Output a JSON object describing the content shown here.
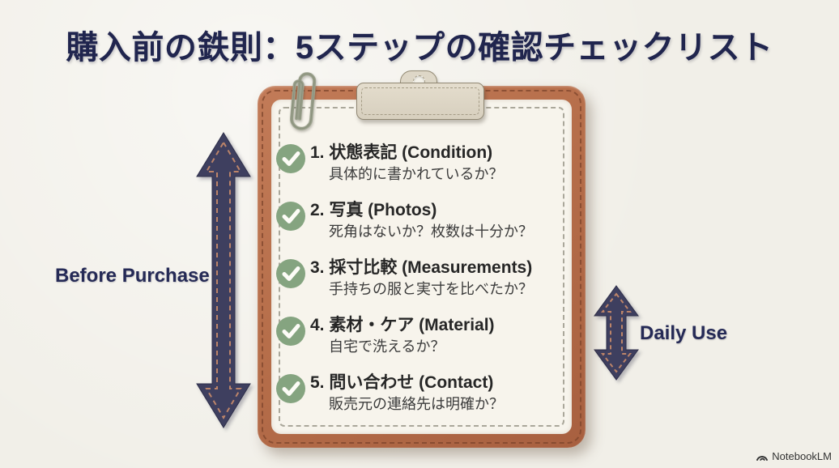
{
  "title": "購入前の鉄則：5ステップの確認チェックリスト",
  "checklist": {
    "items": [
      {
        "heading": "1. 状態表記 (Condition)",
        "question": "具体的に書かれているか？"
      },
      {
        "heading": "2. 写真 (Photos)",
        "question": "死角はないか？枚数は十分か？"
      },
      {
        "heading": "3. 採寸比較 (Measurements)",
        "question": "手持ちの服と実寸を比べたか？"
      },
      {
        "heading": "4. 素材・ケア (Material)",
        "question": "自宅で洗えるか？"
      },
      {
        "heading": "5. 問い合わせ (Contact)",
        "question": "販売元の連絡先は明確か？"
      }
    ]
  },
  "labels": {
    "before_purchase": "Before Purchase",
    "daily_use": "Daily Use"
  },
  "watermark": {
    "brand": "NotebookLM"
  },
  "icons": {
    "check": "check-icon",
    "paperclip": "paperclip-icon",
    "clip": "clipboard-clip",
    "double_arrow_vertical": "double-arrow-icon",
    "brand_logo": "notebooklm-logo-icon"
  },
  "colors": {
    "background": "#f1efe8",
    "title_navy": "#20254e",
    "clipboard_frame": "#b66e4a",
    "frame_stitch": "#7e452c",
    "page": "#f7f4ec",
    "page_stitch": "#aaa79a",
    "clip_beige": "#ded7c7",
    "check_green": "#85a480",
    "arrow_navy": "#3e3f5f",
    "arrow_stitch": "#bc8469",
    "heading_text": "#262626",
    "question_text": "#3b3b3b"
  }
}
